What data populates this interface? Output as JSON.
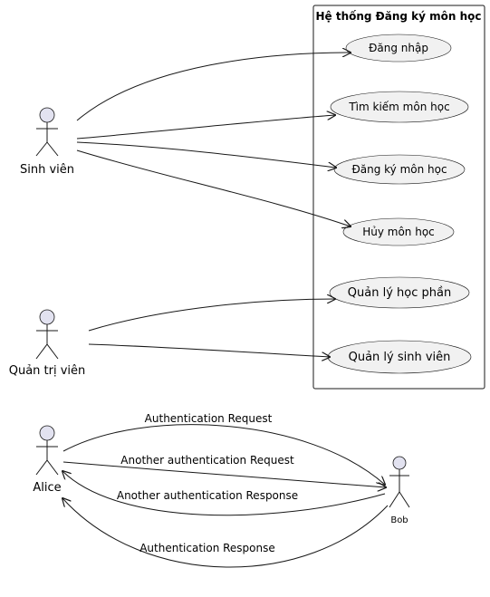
{
  "system": {
    "title": "Hệ thống Đăng ký môn học"
  },
  "actors": {
    "student": "Sinh viên",
    "admin": "Quản trị viên",
    "alice": "Alice",
    "bob": "Bob"
  },
  "use_cases": {
    "login": "Đăng nhập",
    "search": "Tìm kiếm môn học",
    "register": "Đăng ký môn học",
    "cancel": "Hủy môn học",
    "manage_modules": "Quản lý học phần",
    "manage_students": "Quản lý sinh viên"
  },
  "messages": {
    "auth_request": "Authentication Request",
    "another_auth_request": "Another authentication Request",
    "another_auth_response": "Another authentication Response",
    "auth_response": "Authentication Response"
  },
  "colors": {
    "line": "#181818",
    "usecase_fill": "#f1f1f1",
    "actor_head_fill": "#e2e2f0"
  }
}
